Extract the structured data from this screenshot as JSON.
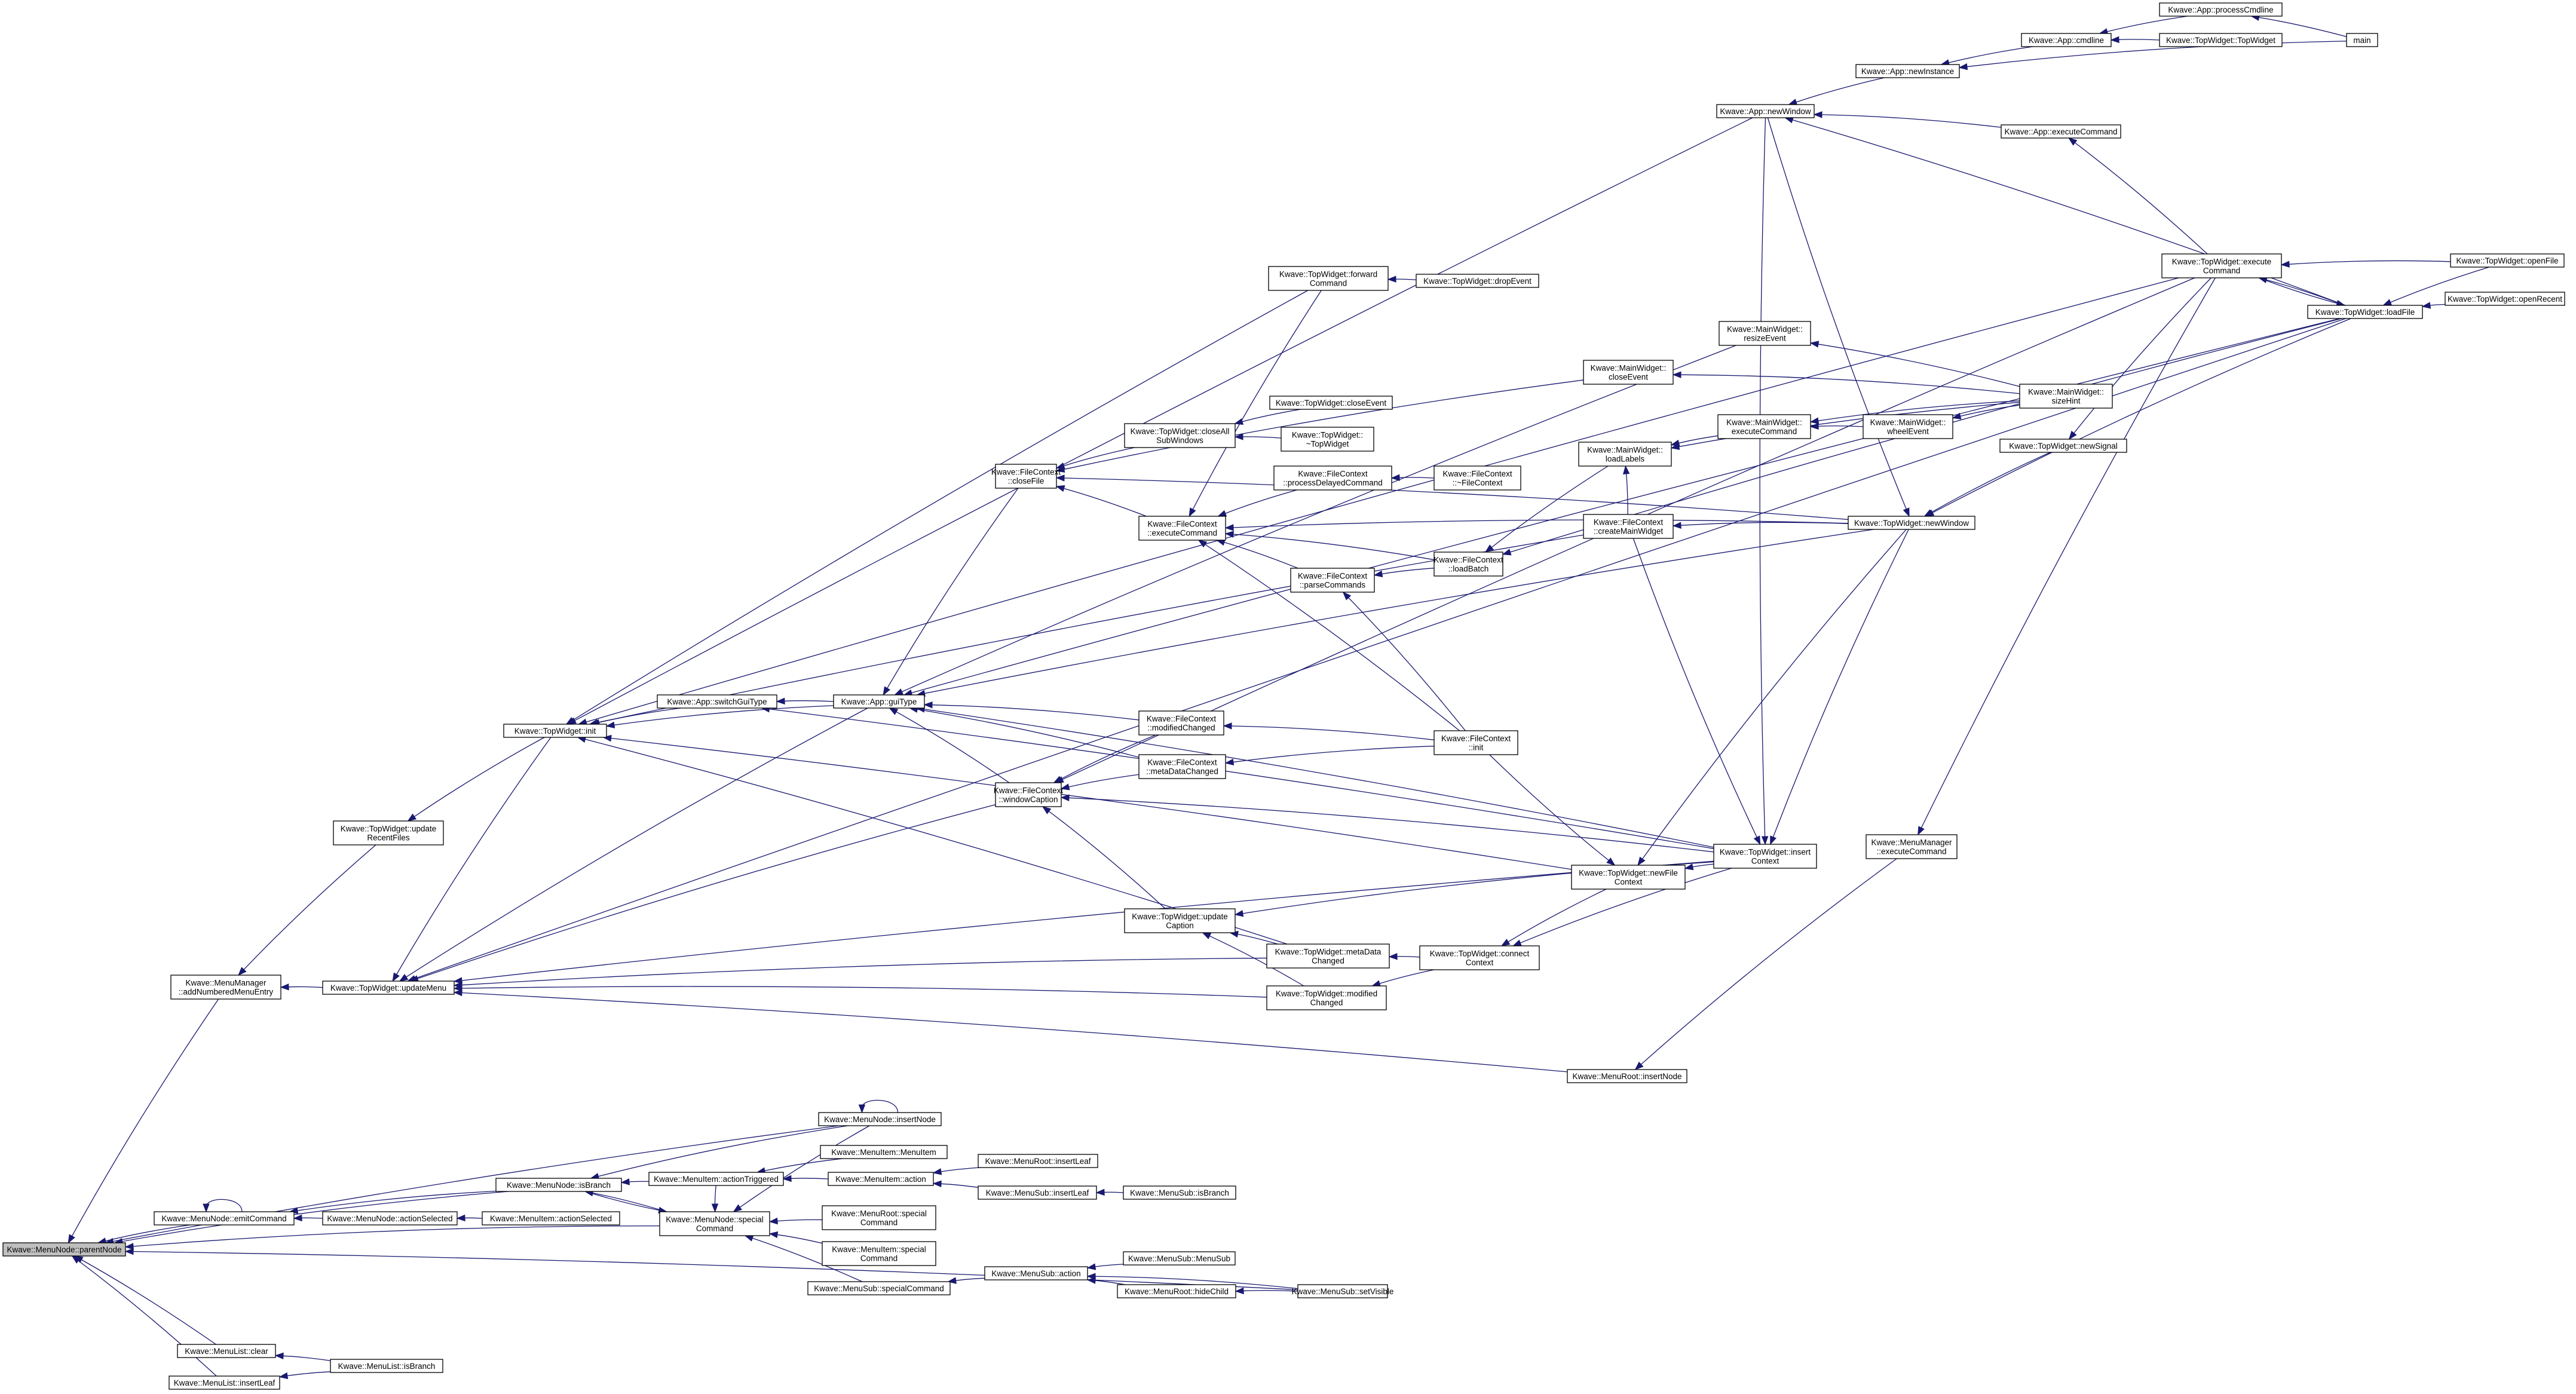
{
  "diagram": {
    "nodes": [
      {
        "id": "parentNode",
        "lines": [
          "Kwave::MenuNode::parentNode"
        ],
        "root": true
      },
      {
        "id": "addNumbered",
        "lines": [
          "Kwave::MenuManager",
          "::addNumberedMenuEntry"
        ]
      },
      {
        "id": "emitCommand",
        "lines": [
          "Kwave::MenuNode::emitCommand"
        ]
      },
      {
        "id": "nodeIsBranch",
        "lines": [
          "Kwave::MenuNode::isBranch"
        ]
      },
      {
        "id": "nodeSpecial",
        "lines": [
          "Kwave::MenuNode::special",
          "Command"
        ]
      },
      {
        "id": "nodeActionSel",
        "lines": [
          "Kwave::MenuNode::actionSelected"
        ]
      },
      {
        "id": "itemActionSel",
        "lines": [
          "Kwave::MenuItem::actionSelected"
        ]
      },
      {
        "id": "nodeInsertNode",
        "lines": [
          "Kwave::MenuNode::insertNode"
        ]
      },
      {
        "id": "itemActTrig",
        "lines": [
          "Kwave::MenuItem::actionTriggered"
        ]
      },
      {
        "id": "itemMenuItem",
        "lines": [
          "Kwave::MenuItem::MenuItem"
        ]
      },
      {
        "id": "itemAction",
        "lines": [
          "Kwave::MenuItem::action"
        ]
      },
      {
        "id": "rootInsertLeaf",
        "lines": [
          "Kwave::MenuRoot::insertLeaf"
        ]
      },
      {
        "id": "subInsertLeaf",
        "lines": [
          "Kwave::MenuSub::insertLeaf"
        ]
      },
      {
        "id": "subIsBranch",
        "lines": [
          "Kwave::MenuSub::isBranch"
        ]
      },
      {
        "id": "rootSpecial",
        "lines": [
          "Kwave::MenuRoot::special",
          "Command"
        ]
      },
      {
        "id": "itemSpecial",
        "lines": [
          "Kwave::MenuItem::special",
          "Command"
        ]
      },
      {
        "id": "subSpecial",
        "lines": [
          "Kwave::MenuSub::specialCommand"
        ]
      },
      {
        "id": "subAction",
        "lines": [
          "Kwave::MenuSub::action"
        ]
      },
      {
        "id": "subMenuSub",
        "lines": [
          "Kwave::MenuSub::MenuSub"
        ]
      },
      {
        "id": "rootHideChild",
        "lines": [
          "Kwave::MenuRoot::hideChild"
        ]
      },
      {
        "id": "subSetVisible",
        "lines": [
          "Kwave::MenuSub::setVisible"
        ]
      },
      {
        "id": "listClear",
        "lines": [
          "Kwave::MenuList::clear"
        ]
      },
      {
        "id": "listIsBranch",
        "lines": [
          "Kwave::MenuList::isBranch"
        ]
      },
      {
        "id": "listInsertLeaf",
        "lines": [
          "Kwave::MenuList::insertLeaf"
        ]
      },
      {
        "id": "twUpdateRecent",
        "lines": [
          "Kwave::TopWidget::update",
          "RecentFiles"
        ]
      },
      {
        "id": "twUpdateMenu",
        "lines": [
          "Kwave::TopWidget::updateMenu"
        ]
      },
      {
        "id": "twInit",
        "lines": [
          "Kwave::TopWidget::init"
        ]
      },
      {
        "id": "appSwitchGui",
        "lines": [
          "Kwave::App::switchGuiType"
        ]
      },
      {
        "id": "appGuiType",
        "lines": [
          "Kwave::App::guiType"
        ]
      },
      {
        "id": "fcCloseFile",
        "lines": [
          "Kwave::FileContext",
          "::closeFile"
        ]
      },
      {
        "id": "fcWindowCaption",
        "lines": [
          "Kwave::FileContext",
          "::windowCaption"
        ]
      },
      {
        "id": "twForwardCmd",
        "lines": [
          "Kwave::TopWidget::forward",
          "Command"
        ]
      },
      {
        "id": "twDropEvent",
        "lines": [
          "Kwave::TopWidget::dropEvent"
        ]
      },
      {
        "id": "twCloseAllSub",
        "lines": [
          "Kwave::TopWidget::closeAll",
          "SubWindows"
        ]
      },
      {
        "id": "twCloseEvent",
        "lines": [
          "Kwave::TopWidget::closeEvent"
        ]
      },
      {
        "id": "twDtor",
        "lines": [
          "Kwave::TopWidget::",
          "~TopWidget"
        ]
      },
      {
        "id": "fcProcDelayed",
        "lines": [
          "Kwave::FileContext",
          "::processDelayedCommand"
        ]
      },
      {
        "id": "fcDtor",
        "lines": [
          "Kwave::FileContext",
          "::~FileContext"
        ]
      },
      {
        "id": "fcExecCmd",
        "lines": [
          "Kwave::FileContext",
          "::executeCommand"
        ]
      },
      {
        "id": "fcParseCmds",
        "lines": [
          "Kwave::FileContext",
          "::parseCommands"
        ]
      },
      {
        "id": "fcLoadBatch",
        "lines": [
          "Kwave::FileContext",
          "::loadBatch"
        ]
      },
      {
        "id": "fcModChanged",
        "lines": [
          "Kwave::FileContext",
          "::modifiedChanged"
        ]
      },
      {
        "id": "fcMetaChanged",
        "lines": [
          "Kwave::FileContext",
          "::metaDataChanged"
        ]
      },
      {
        "id": "fcInit",
        "lines": [
          "Kwave::FileContext",
          "::init"
        ]
      },
      {
        "id": "twUpdateCaption",
        "lines": [
          "Kwave::TopWidget::update",
          "Caption"
        ]
      },
      {
        "id": "twMetaChanged",
        "lines": [
          "Kwave::TopWidget::metaData",
          "Changed"
        ]
      },
      {
        "id": "twModChanged",
        "lines": [
          "Kwave::TopWidget::modified",
          "Changed"
        ]
      },
      {
        "id": "twConnectCtx",
        "lines": [
          "Kwave::TopWidget::connect",
          "Context"
        ]
      },
      {
        "id": "twNewFileCtx",
        "lines": [
          "Kwave::TopWidget::newFile",
          "Context"
        ]
      },
      {
        "id": "twInsertCtx",
        "lines": [
          "Kwave::TopWidget::insert",
          "Context"
        ]
      },
      {
        "id": "fcCreateMain",
        "lines": [
          "Kwave::FileContext",
          "::createMainWidget"
        ]
      },
      {
        "id": "mwLoadLabels",
        "lines": [
          "Kwave::MainWidget::",
          "loadLabels"
        ]
      },
      {
        "id": "mwCloseEvent",
        "lines": [
          "Kwave::MainWidget::",
          "closeEvent"
        ]
      },
      {
        "id": "mwResizeEvent",
        "lines": [
          "Kwave::MainWidget::",
          "resizeEvent"
        ]
      },
      {
        "id": "mwExecCmd",
        "lines": [
          "Kwave::MainWidget::",
          "executeCommand"
        ]
      },
      {
        "id": "mwWheelEvent",
        "lines": [
          "Kwave::MainWidget::",
          "wheelEvent"
        ]
      },
      {
        "id": "mwSizeHint",
        "lines": [
          "Kwave::MainWidget::",
          "sizeHint"
        ]
      },
      {
        "id": "twNewWindow",
        "lines": [
          "Kwave::TopWidget::newWindow"
        ]
      },
      {
        "id": "twNewSignal",
        "lines": [
          "Kwave::TopWidget::newSignal"
        ]
      },
      {
        "id": "appNewWindow",
        "lines": [
          "Kwave::App::newWindow"
        ]
      },
      {
        "id": "appNewInstance",
        "lines": [
          "Kwave::App::newInstance"
        ]
      },
      {
        "id": "appCmdline",
        "lines": [
          "Kwave::App::cmdline"
        ]
      },
      {
        "id": "appProcCmdline",
        "lines": [
          "Kwave::App::processCmdline"
        ]
      },
      {
        "id": "twTopWidget",
        "lines": [
          "Kwave::TopWidget::TopWidget"
        ]
      },
      {
        "id": "main",
        "lines": [
          "main"
        ]
      },
      {
        "id": "appExecCmd",
        "lines": [
          "Kwave::App::executeCommand"
        ]
      },
      {
        "id": "twExecCmd",
        "lines": [
          "Kwave::TopWidget::execute",
          "Command"
        ]
      },
      {
        "id": "twLoadFile",
        "lines": [
          "Kwave::TopWidget::loadFile"
        ]
      },
      {
        "id": "twOpenFile",
        "lines": [
          "Kwave::TopWidget::openFile"
        ]
      },
      {
        "id": "twOpenRecent",
        "lines": [
          "Kwave::TopWidget::openRecent"
        ]
      },
      {
        "id": "mmExecCmd",
        "lines": [
          "Kwave::MenuManager",
          "::executeCommand"
        ]
      },
      {
        "id": "rootInsertNode",
        "lines": [
          "Kwave::MenuRoot::insertNode"
        ]
      }
    ],
    "edges": [
      [
        "parentNode",
        "addNumbered"
      ],
      [
        "parentNode",
        "emitCommand"
      ],
      [
        "parentNode",
        "nodeIsBranch"
      ],
      [
        "parentNode",
        "nodeSpecial"
      ],
      [
        "parentNode",
        "nodeInsertNode"
      ],
      [
        "parentNode",
        "subSetVisible"
      ],
      [
        "parentNode",
        "listClear"
      ],
      [
        "parentNode",
        "listInsertLeaf"
      ],
      [
        "emitCommand",
        "emitCommand"
      ],
      [
        "emitCommand",
        "nodeActionSel"
      ],
      [
        "emitCommand",
        "nodeIsBranch"
      ],
      [
        "nodeActionSel",
        "itemActionSel"
      ],
      [
        "nodeIsBranch",
        "nodeInsertNode"
      ],
      [
        "nodeIsBranch",
        "nodeSpecial"
      ],
      [
        "nodeIsBranch",
        "itemActTrig"
      ],
      [
        "nodeSpecial",
        "nodeInsertNode"
      ],
      [
        "nodeSpecial",
        "itemActTrig"
      ],
      [
        "nodeSpecial",
        "rootSpecial"
      ],
      [
        "nodeSpecial",
        "itemSpecial"
      ],
      [
        "nodeSpecial",
        "subSpecial"
      ],
      [
        "nodeSpecial",
        "nodeIsBranch"
      ],
      [
        "nodeInsertNode",
        "nodeInsertNode"
      ],
      [
        "itemActTrig",
        "itemMenuItem"
      ],
      [
        "itemActTrig",
        "itemAction"
      ],
      [
        "itemAction",
        "rootInsertLeaf"
      ],
      [
        "itemAction",
        "subInsertLeaf"
      ],
      [
        "subInsertLeaf",
        "subIsBranch"
      ],
      [
        "subSpecial",
        "subAction"
      ],
      [
        "subAction",
        "subMenuSub"
      ],
      [
        "subAction",
        "rootHideChild"
      ],
      [
        "subAction",
        "subSetVisible"
      ],
      [
        "rootHideChild",
        "subSetVisible"
      ],
      [
        "listClear",
        "listIsBranch"
      ],
      [
        "listInsertLeaf",
        "listIsBranch"
      ],
      [
        "addNumbered",
        "twUpdateRecent"
      ],
      [
        "addNumbered",
        "twUpdateMenu"
      ],
      [
        "twUpdateRecent",
        "twInit"
      ],
      [
        "twUpdateMenu",
        "twInit"
      ],
      [
        "twUpdateMenu",
        "appGuiType"
      ],
      [
        "twUpdateMenu",
        "fcWindowCaption"
      ],
      [
        "twUpdateMenu",
        "twMetaChanged"
      ],
      [
        "twUpdateMenu",
        "twModChanged"
      ],
      [
        "twUpdateMenu",
        "twInsertCtx"
      ],
      [
        "twUpdateMenu",
        "rootInsertNode"
      ],
      [
        "twUpdateMenu",
        "twLoadFile"
      ],
      [
        "twInit",
        "appSwitchGui"
      ],
      [
        "twInit",
        "appGuiType"
      ],
      [
        "twInit",
        "twForwardCmd"
      ],
      [
        "twInit",
        "appNewWindow"
      ],
      [
        "twInit",
        "twExecCmd"
      ],
      [
        "twInit",
        "twNewFileCtx"
      ],
      [
        "twInit",
        "twMetaChanged"
      ],
      [
        "twInit",
        "fcCreateMain"
      ],
      [
        "appSwitchGui",
        "appGuiType"
      ],
      [
        "appSwitchGui",
        "twInsertCtx"
      ],
      [
        "appGuiType",
        "fcCloseFile"
      ],
      [
        "appGuiType",
        "fcWindowCaption"
      ],
      [
        "appGuiType",
        "fcModChanged"
      ],
      [
        "appGuiType",
        "fcMetaChanged"
      ],
      [
        "appGuiType",
        "twInsertCtx"
      ],
      [
        "appGuiType",
        "mwResizeEvent"
      ],
      [
        "appGuiType",
        "twLoadFile"
      ],
      [
        "appGuiType",
        "twNewWindow"
      ],
      [
        "fcCloseFile",
        "twCloseAllSub"
      ],
      [
        "fcCloseFile",
        "fcExecCmd"
      ],
      [
        "fcCloseFile",
        "mwCloseEvent"
      ],
      [
        "fcCloseFile",
        "twNewWindow"
      ],
      [
        "twCloseAllSub",
        "twCloseEvent"
      ],
      [
        "twCloseAllSub",
        "twDtor"
      ],
      [
        "fcExecCmd",
        "fcProcDelayed"
      ],
      [
        "fcExecCmd",
        "fcParseCmds"
      ],
      [
        "fcExecCmd",
        "fcLoadBatch"
      ],
      [
        "fcExecCmd",
        "twForwardCmd"
      ],
      [
        "fcExecCmd",
        "fcInit"
      ],
      [
        "fcExecCmd",
        "twNewWindow"
      ],
      [
        "fcProcDelayed",
        "fcDtor"
      ],
      [
        "fcParseCmds",
        "fcLoadBatch"
      ],
      [
        "fcParseCmds",
        "fcInit"
      ],
      [
        "fcLoadBatch",
        "mwLoadLabels"
      ],
      [
        "fcLoadBatch",
        "twLoadFile"
      ],
      [
        "fcModChanged",
        "fcInit"
      ],
      [
        "fcMetaChanged",
        "fcInit"
      ],
      [
        "fcWindowCaption",
        "fcModChanged"
      ],
      [
        "fcWindowCaption",
        "fcMetaChanged"
      ],
      [
        "fcWindowCaption",
        "twUpdateCaption"
      ],
      [
        "fcWindowCaption",
        "twInsertCtx"
      ],
      [
        "fcWindowCaption",
        "twExecCmd"
      ],
      [
        "twForwardCmd",
        "twDropEvent"
      ],
      [
        "twUpdateCaption",
        "twMetaChanged"
      ],
      [
        "twUpdateCaption",
        "twModChanged"
      ],
      [
        "twUpdateCaption",
        "twInsertCtx"
      ],
      [
        "twMetaChanged",
        "twConnectCtx"
      ],
      [
        "twModChanged",
        "twConnectCtx"
      ],
      [
        "twConnectCtx",
        "twNewFileCtx"
      ],
      [
        "twConnectCtx",
        "twInsertCtx"
      ],
      [
        "twNewFileCtx",
        "twInsertCtx"
      ],
      [
        "twNewFileCtx",
        "fcInit"
      ],
      [
        "twNewFileCtx",
        "twNewWindow"
      ],
      [
        "twInsertCtx",
        "fcCreateMain"
      ],
      [
        "twInsertCtx",
        "twNewWindow"
      ],
      [
        "twInsertCtx",
        "appNewWindow"
      ],
      [
        "fcCreateMain",
        "twNewWindow"
      ],
      [
        "mwLoadLabels",
        "mwExecCmd"
      ],
      [
        "mwLoadLabels",
        "mwSizeHint"
      ],
      [
        "mwLoadLabels",
        "fcCreateMain"
      ],
      [
        "mwExecCmd",
        "mwWheelEvent"
      ],
      [
        "mwExecCmd",
        "mwSizeHint"
      ],
      [
        "mwWheelEvent",
        "mwSizeHint"
      ],
      [
        "mwResizeEvent",
        "mwSizeHint"
      ],
      [
        "mwCloseEvent",
        "mwSizeHint"
      ],
      [
        "twNewWindow",
        "twNewSignal"
      ],
      [
        "twNewWindow",
        "twLoadFile"
      ],
      [
        "twNewWindow",
        "appNewWindow"
      ],
      [
        "twNewSignal",
        "twExecCmd"
      ],
      [
        "appNewWindow",
        "appNewInstance"
      ],
      [
        "appNewWindow",
        "appExecCmd"
      ],
      [
        "appNewWindow",
        "twLoadFile"
      ],
      [
        "appNewInstance",
        "appCmdline"
      ],
      [
        "appNewInstance",
        "main"
      ],
      [
        "appCmdline",
        "appProcCmdline"
      ],
      [
        "appCmdline",
        "twTopWidget"
      ],
      [
        "appProcCmdline",
        "main"
      ],
      [
        "appExecCmd",
        "twExecCmd"
      ],
      [
        "twExecCmd",
        "twLoadFile"
      ],
      [
        "twExecCmd",
        "twOpenFile"
      ],
      [
        "twLoadFile",
        "twExecCmd"
      ],
      [
        "twLoadFile",
        "twOpenFile"
      ],
      [
        "twLoadFile",
        "twOpenRecent"
      ],
      [
        "mmExecCmd",
        "twExecCmd"
      ],
      [
        "rootInsertNode",
        "mmExecCmd"
      ]
    ]
  }
}
